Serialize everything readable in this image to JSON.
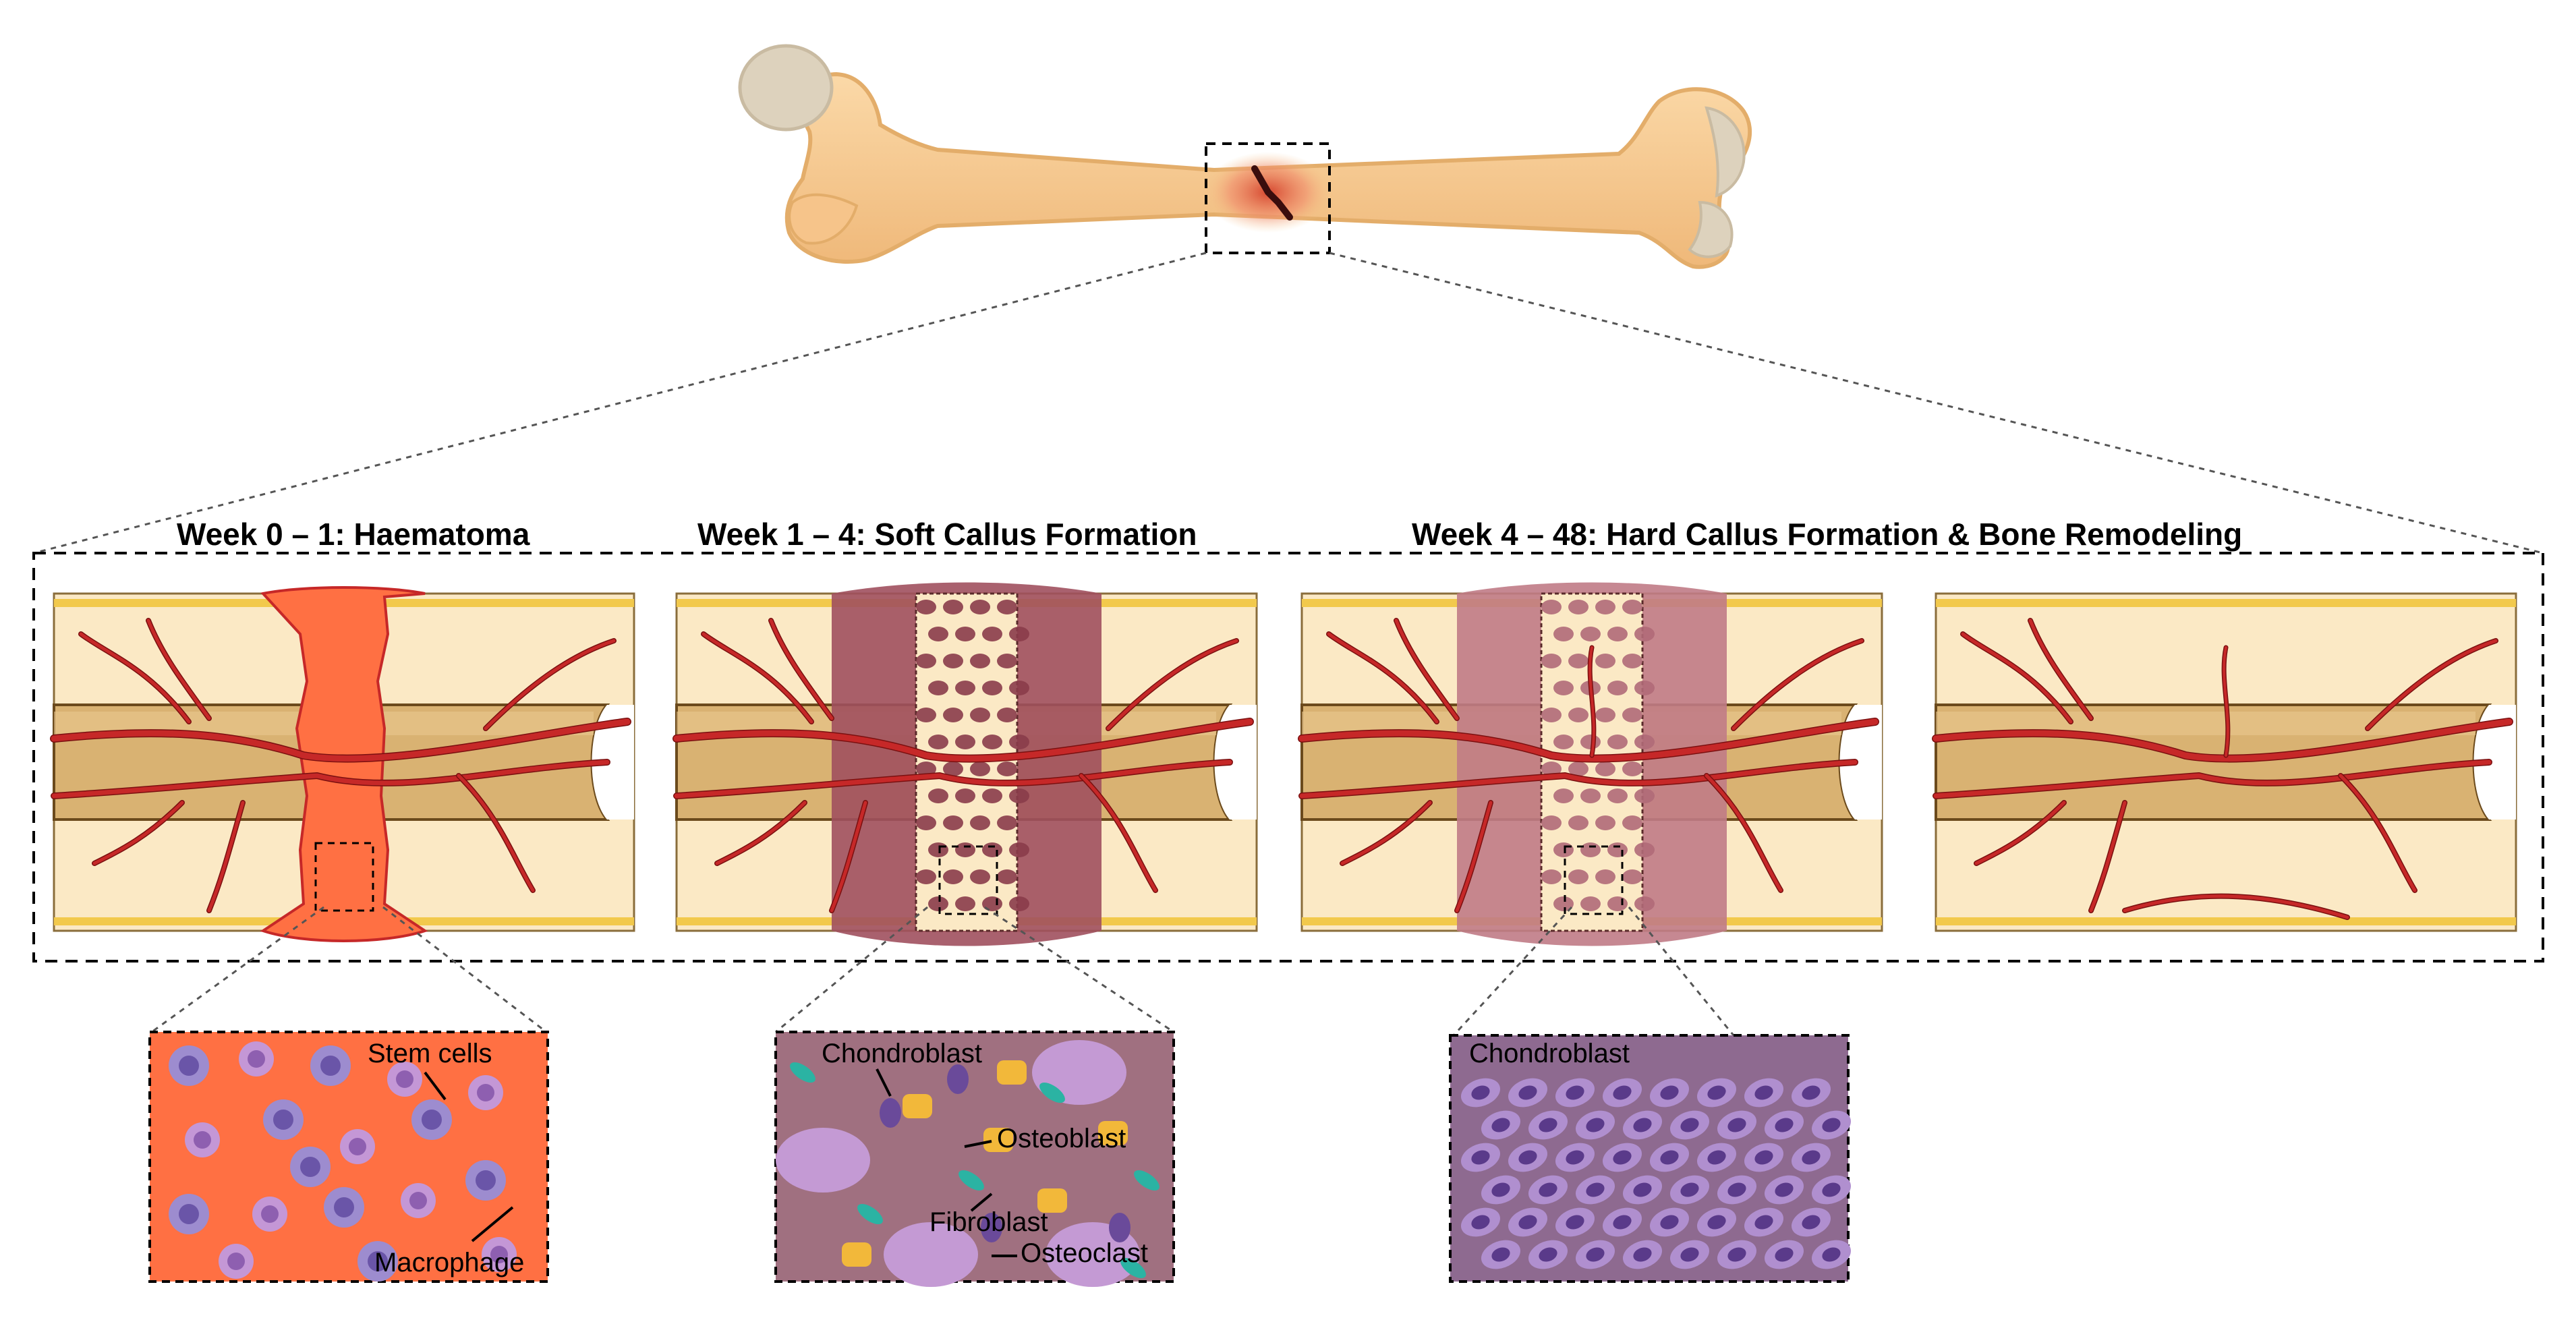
{
  "stages": [
    {
      "title": "Week 0 – 1: Haematoma"
    },
    {
      "title": "Week 1 – 4: Soft Callus Formation"
    },
    {
      "title": "Week 4 – 48: Hard Callus Formation  & Bone Remodeling"
    }
  ],
  "insets": [
    {
      "labels": [
        "Stem cells",
        "Macrophage"
      ]
    },
    {
      "labels": [
        "Chondroblast",
        "Osteoblast",
        "Fibroblast",
        "Osteoclast"
      ]
    },
    {
      "labels": [
        "Chondroblast"
      ]
    }
  ],
  "colors": {
    "bone": "#f6c98b",
    "bone_outline": "#e3ad6a",
    "joint_cartilage": "#ddd2bd",
    "cortex": "#fbe9c5",
    "marrow": "#d9b272",
    "vessel": "#c62828",
    "haematoma": "#ff7043",
    "soft_callus": "#a0505e",
    "inset_soft_bg": "#a07080",
    "inset_hard_bg": "#8e6a90"
  }
}
